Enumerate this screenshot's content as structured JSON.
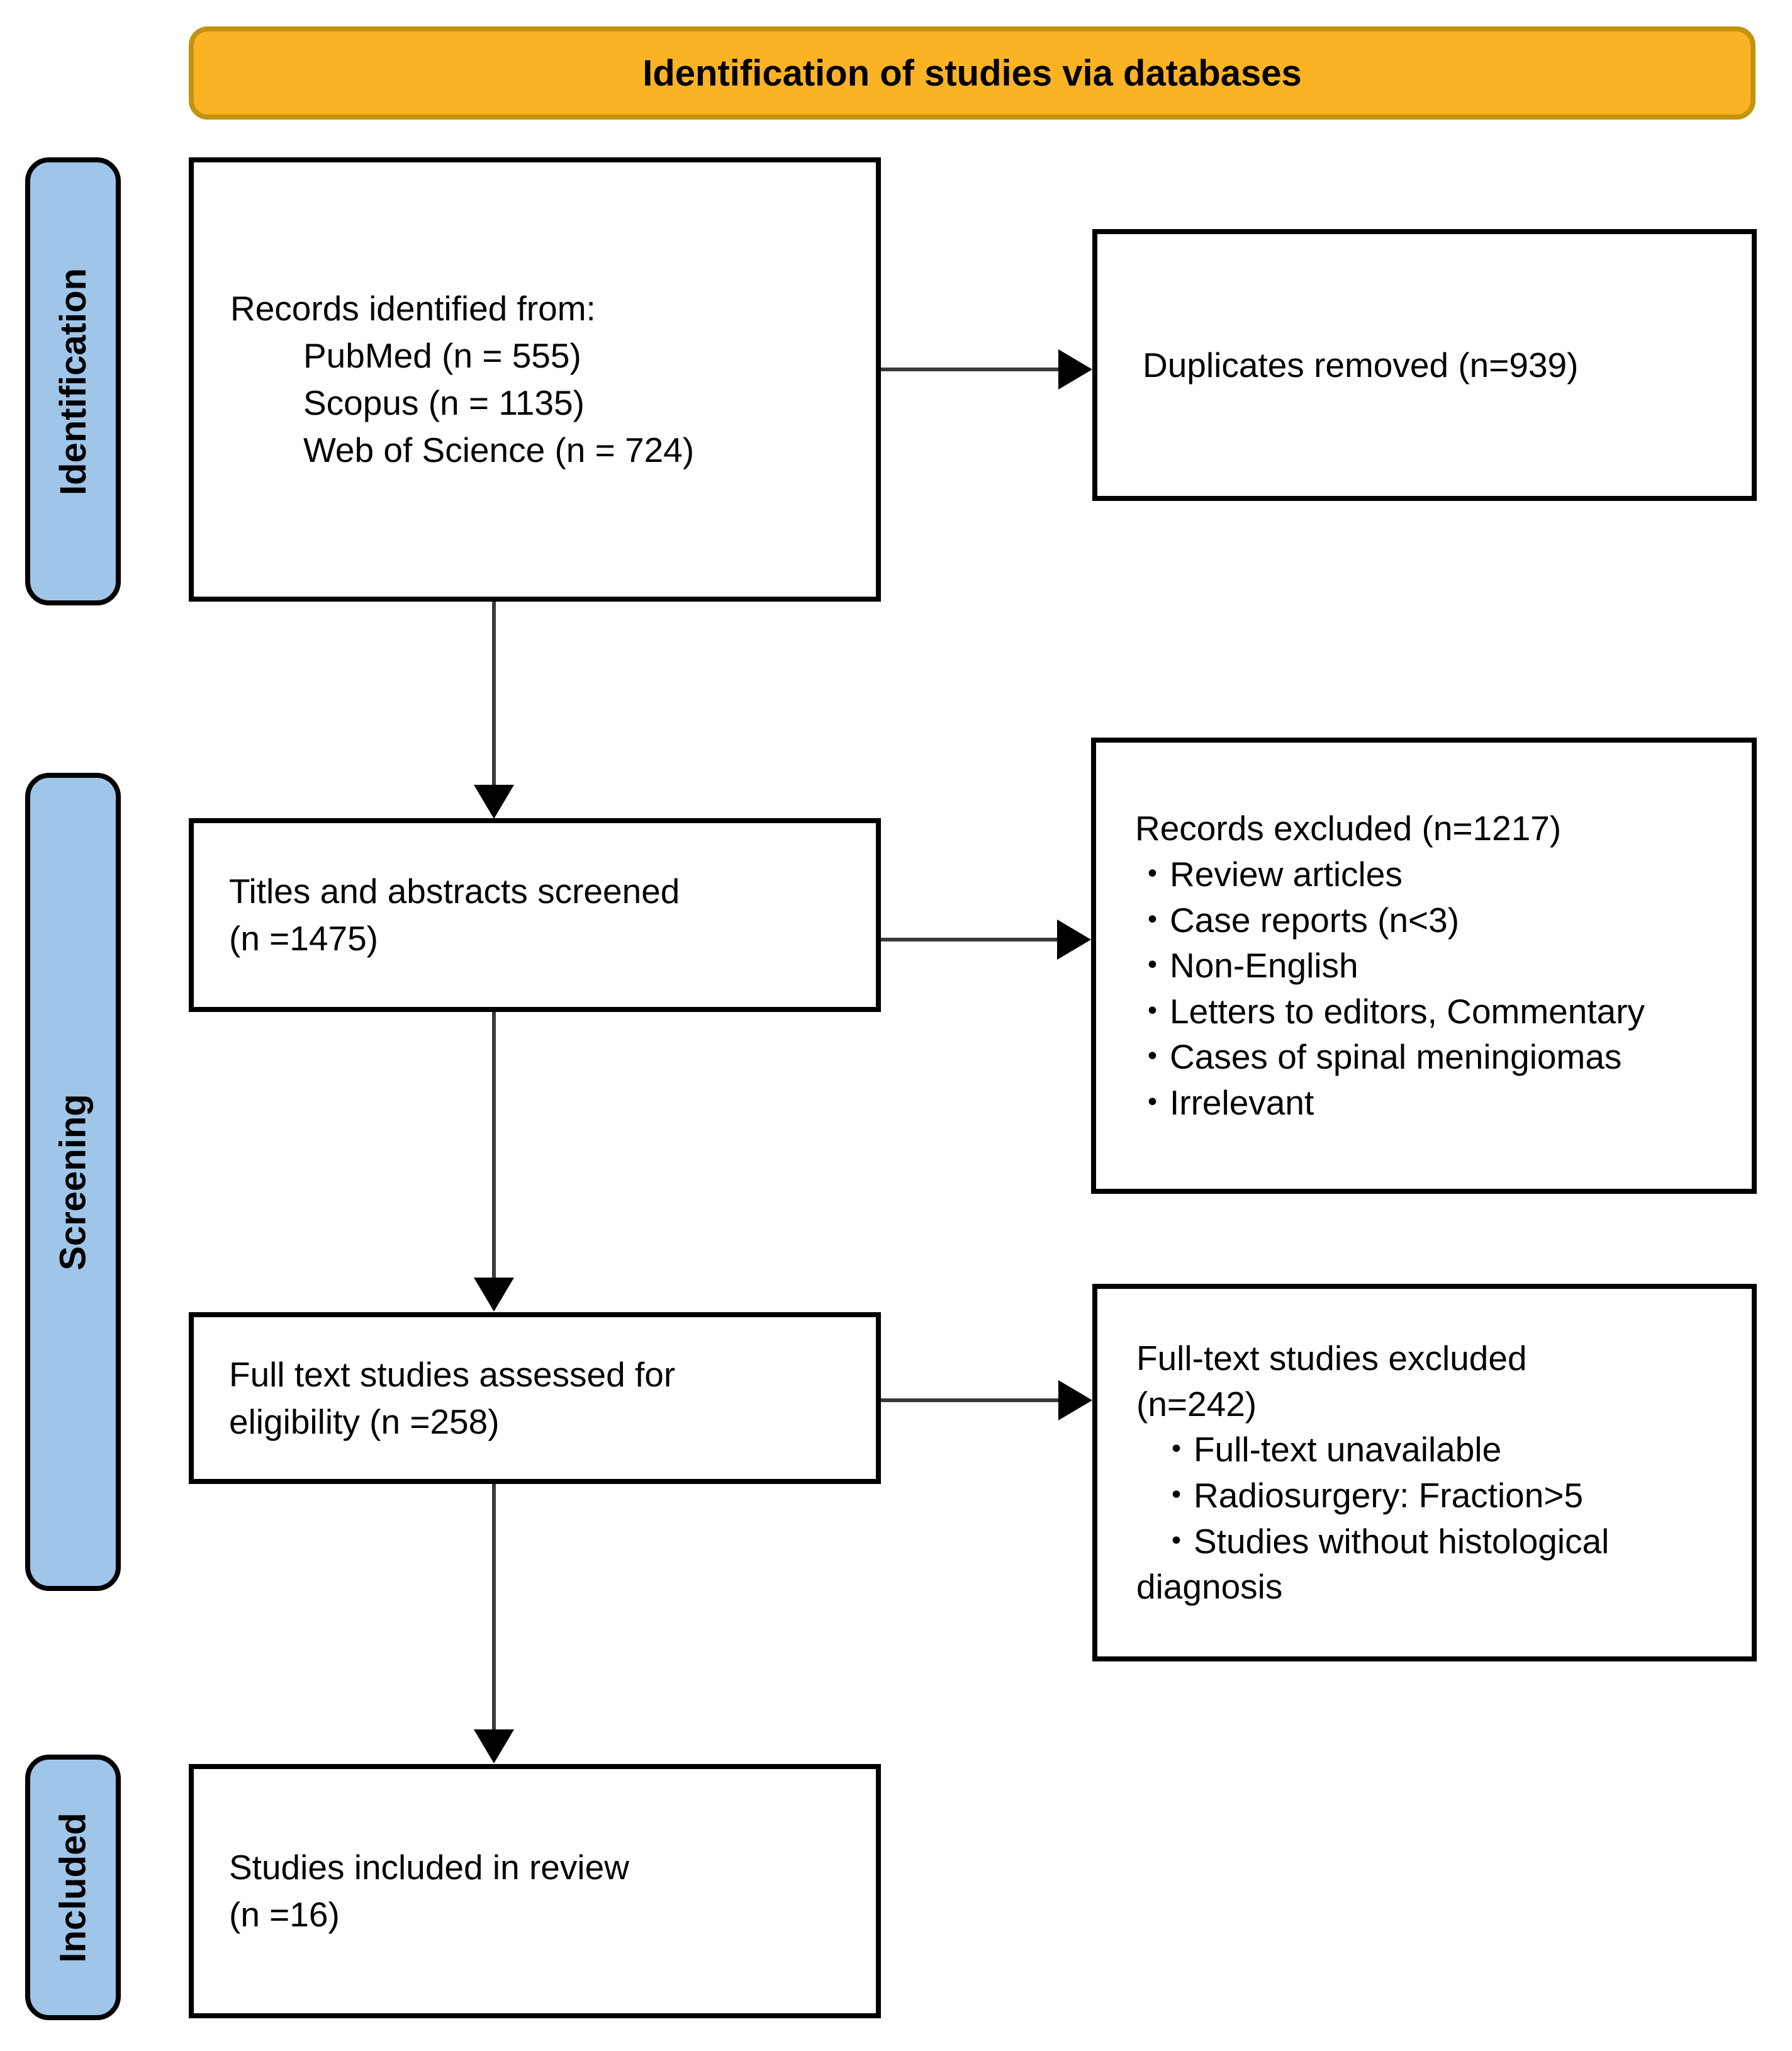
{
  "banner": {
    "label": "Identification of studies via databases"
  },
  "stages": [
    {
      "id": "identification",
      "label": "Identification"
    },
    {
      "id": "screening",
      "label": "Screening"
    },
    {
      "id": "included",
      "label": "Included"
    }
  ],
  "bullet_glyph": "・",
  "colors": {
    "banner_fill": "#FBB324",
    "banner_border": "#C39310",
    "stage_fill": "#9FC5E8",
    "box_border": "#000000",
    "connector_line": "#3A3A3A",
    "arrowhead": "#000000"
  },
  "boxes": {
    "records_identified": {
      "title": "Records identified from:",
      "items": [
        "PubMed (n = 555)",
        "Scopus (n = 1135)",
        "Web of Science (n = 724)"
      ]
    },
    "duplicates_removed": {
      "title": "Duplicates removed (n=939)"
    },
    "titles_screened": {
      "lines": [
        "Titles and abstracts screened",
        "(n =1475)"
      ]
    },
    "records_excluded": {
      "title": "Records excluded (n=1217)",
      "items": [
        "Review articles",
        "Case reports (n<3)",
        "Non-English",
        "Letters to editors, Commentary",
        "Cases of spinal meningiomas",
        "Irrelevant"
      ]
    },
    "fulltext_assessed": {
      "lines": [
        "Full text studies assessed for",
        "eligibility (n =258)"
      ]
    },
    "fulltext_excluded": {
      "lines": [
        "Full-text studies excluded",
        "(n=242)"
      ],
      "items": [
        "Full-text unavailable",
        "Radiosurgery: Fraction>5",
        "Studies without histological"
      ],
      "continuation": "diagnosis"
    },
    "studies_included": {
      "lines": [
        "Studies included in review",
        "(n =16)"
      ]
    }
  }
}
